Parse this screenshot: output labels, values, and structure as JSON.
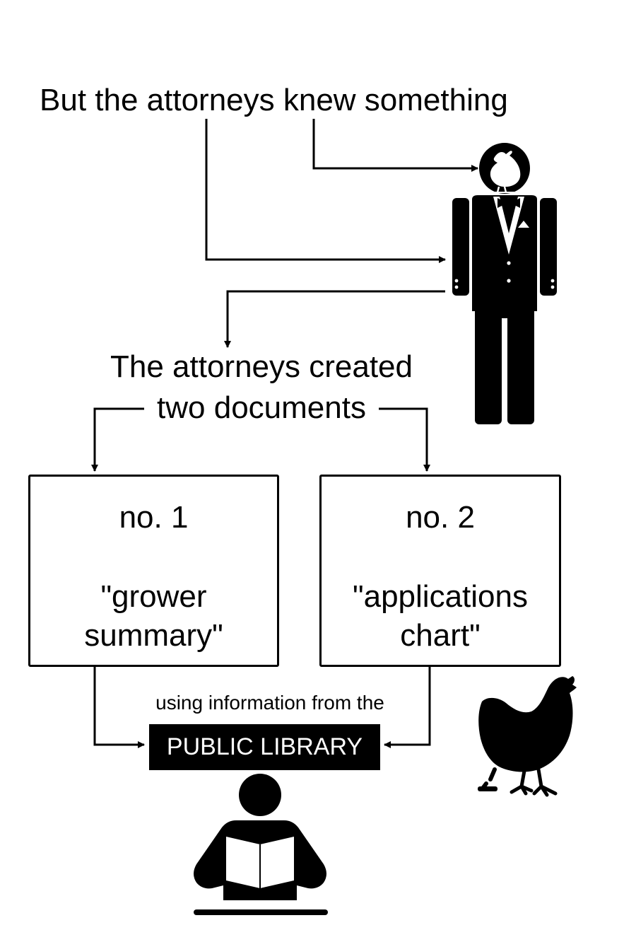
{
  "headline": "But the attorneys knew something",
  "created": {
    "line1": "The attorneys created",
    "line2": "two documents"
  },
  "documents": [
    {
      "number": "no. 1",
      "name_line1": "\"grower",
      "name_line2": "summary\""
    },
    {
      "number": "no. 2",
      "name_line1": "\"applications",
      "name_line2": "chart\""
    }
  ],
  "source": {
    "intro": "using information from the",
    "label": "PUBLIC LIBRARY"
  },
  "icons": {
    "attorney": "attorney-in-tuxedo-icon",
    "attorney_head": "chicken-head-icon",
    "chicken": "chicken-icon",
    "reader": "person-reading-icon"
  }
}
